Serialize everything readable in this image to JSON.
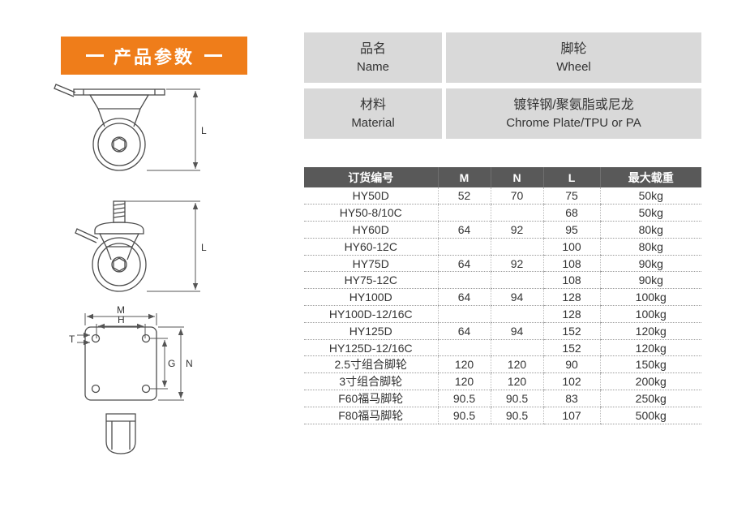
{
  "banner": {
    "title": "产品参数"
  },
  "info_table": {
    "rows": [
      {
        "label_cn": "品名",
        "label_en": "Name",
        "value_cn": "脚轮",
        "value_en": "Wheel"
      },
      {
        "label_cn": "材料",
        "label_en": "Material",
        "value_cn": "镀锌钢/聚氨脂或尼龙",
        "value_en": "Chrome Plate/TPU or PA"
      }
    ]
  },
  "spec_table": {
    "headers": [
      "订货编号",
      "M",
      "N",
      "L",
      "最大载重"
    ],
    "rows": [
      [
        "HY50D",
        "52",
        "70",
        "75",
        "50kg"
      ],
      [
        "HY50-8/10C",
        "",
        "",
        "68",
        "50kg"
      ],
      [
        "HY60D",
        "64",
        "92",
        "95",
        "80kg"
      ],
      [
        "HY60-12C",
        "",
        "",
        "100",
        "80kg"
      ],
      [
        "HY75D",
        "64",
        "92",
        "108",
        "90kg"
      ],
      [
        "HY75-12C",
        "",
        "",
        "108",
        "90kg"
      ],
      [
        "HY100D",
        "64",
        "94",
        "128",
        "100kg"
      ],
      [
        "HY100D-12/16C",
        "",
        "",
        "128",
        "100kg"
      ],
      [
        "HY125D",
        "64",
        "94",
        "152",
        "120kg"
      ],
      [
        "HY125D-12/16C",
        "",
        "",
        "152",
        "120kg"
      ],
      [
        "2.5寸组合脚轮",
        "120",
        "120",
        "90",
        "150kg"
      ],
      [
        "3寸组合脚轮",
        "120",
        "120",
        "102",
        "200kg"
      ],
      [
        "F60福马脚轮",
        "90.5",
        "90.5",
        "83",
        "250kg"
      ],
      [
        "F80福马脚轮",
        "90.5",
        "90.5",
        "107",
        "500kg"
      ]
    ]
  },
  "diagram": {
    "dim_l_top": "L",
    "dim_l_mid": "L",
    "dim_m": "M",
    "dim_h": "H",
    "dim_t": "T",
    "dim_g": "G",
    "dim_n": "N"
  },
  "colors": {
    "accent_orange": "#ef7d1a",
    "table_header_gray": "#595959",
    "info_cell_gray": "#d9d9d9"
  }
}
